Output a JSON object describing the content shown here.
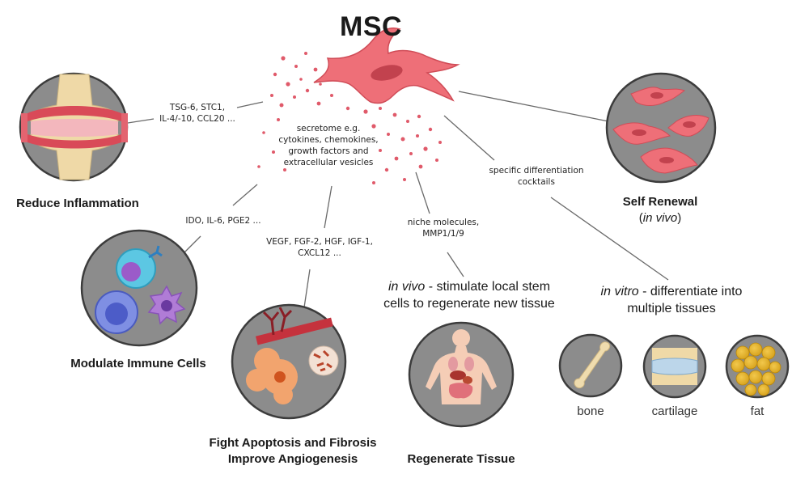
{
  "title": "MSC",
  "secretome": {
    "line1": "secretome e.g.",
    "line2": "cytokines, chemokines,",
    "line3": "growth factors and",
    "line4": "extracellular vesicles"
  },
  "branches": {
    "inflammation": {
      "factors1": "TSG-6, STC1,",
      "factors2": "IL-4/-10, CCL20 ...",
      "label": "Reduce Inflammation"
    },
    "immune": {
      "factors": "IDO, IL-6, PGE2 ...",
      "label": "Modulate Immune Cells"
    },
    "apoptosis": {
      "factors1": "VEGF, FGF-2, HGF, IGF-1,",
      "factors2": "CXCL12 ...",
      "label1": "Fight Apoptosis and Fibrosis",
      "label2": "Improve Angiogenesis"
    },
    "regenerate": {
      "factors1": "niche molecules,",
      "factors2": "MMP1/1/9",
      "desc1_italic": "in vivo",
      "desc1_rest": " - stimulate local stem",
      "desc2": "cells to regenerate new tissue",
      "label": "Regenerate Tissue"
    },
    "differentiation": {
      "factors1": "specific differentiation",
      "factors2": "cocktails",
      "desc1_italic": "in vitro",
      "desc1_rest": " - differentiate into",
      "desc2": "multiple tissues",
      "tissues": [
        "bone",
        "cartilage",
        "fat"
      ]
    },
    "self_renewal": {
      "label": "Self Renewal",
      "sub_open": "(",
      "sub_italic": "in vivo",
      "sub_close": ")"
    }
  },
  "colors": {
    "cell_fill": "#ee6f78",
    "cell_stroke": "#d04c57",
    "circle_fill": "#8c8c8c",
    "circle_stroke": "#3c3c3c",
    "line": "#6a6a6a"
  }
}
